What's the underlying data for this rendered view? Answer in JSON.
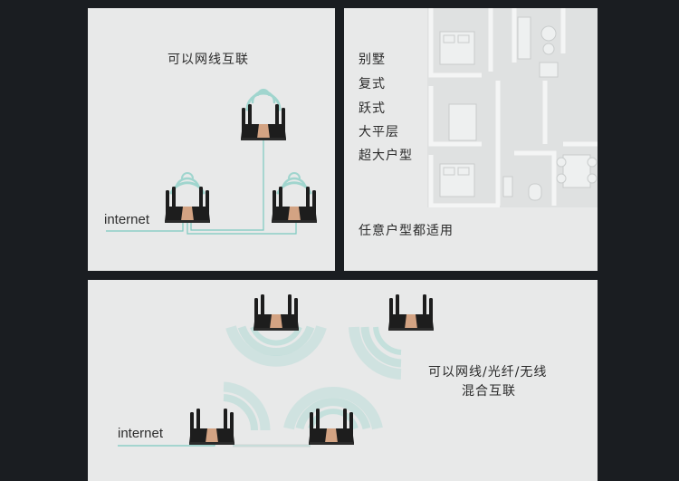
{
  "panel_top_left": {
    "title": "可以网线互联",
    "internet_label": "internet"
  },
  "panel_top_right": {
    "house_types": [
      "别墅",
      "复式",
      "跃式",
      "大平层",
      "超大户型"
    ],
    "summary": "任意户型都适用"
  },
  "panel_bottom": {
    "title_line1": "可以网线/光纤/无线",
    "title_line2": "混合互联",
    "internet_label": "internet"
  },
  "colors": {
    "background": "#1a1d21",
    "panel": "#e8e9e9",
    "wifi_wave": "#8fd1c8",
    "link_line": "#7cc9c0",
    "router_body": "#1d1d1d",
    "router_accent": "#d3a383"
  }
}
